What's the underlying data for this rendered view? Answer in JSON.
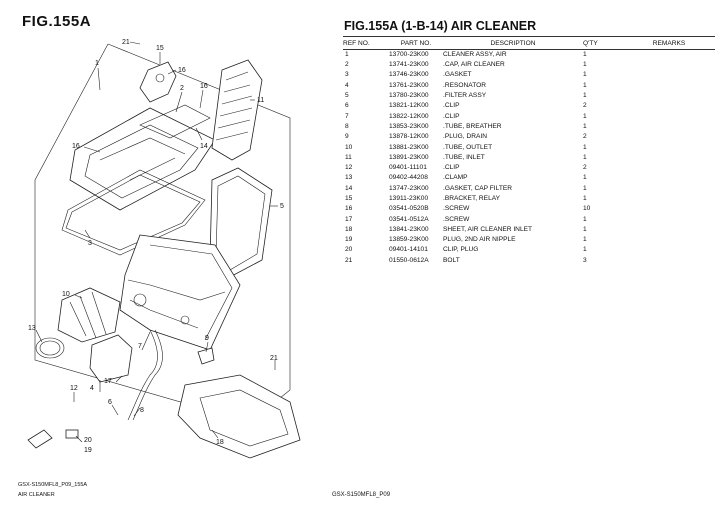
{
  "figure": {
    "title": "FIG.155A"
  },
  "parts_list": {
    "title": "FIG.155A (1-B-14) AIR CLEANER",
    "headers": {
      "ref": "REF NO.",
      "part_no": "PART NO.",
      "description": "DESCRIPTION",
      "qty": "Q'TY",
      "remarks": "REMARKS"
    },
    "rows": [
      {
        "ref": "1",
        "part_no": "13700-23K00",
        "description": "CLEANER ASSY, AIR",
        "qty": "1"
      },
      {
        "ref": "2",
        "part_no": "13741-23K00",
        "description": ".CAP, AIR CLEANER",
        "qty": "1"
      },
      {
        "ref": "3",
        "part_no": "13746-23K00",
        "description": ".GASKET",
        "qty": "1"
      },
      {
        "ref": "4",
        "part_no": "13761-23K00",
        "description": ".RESONATOR",
        "qty": "1"
      },
      {
        "ref": "5",
        "part_no": "13780-23K00",
        "description": ".FILTER ASSY",
        "qty": "1"
      },
      {
        "ref": "6",
        "part_no": "13821-12K00",
        "description": ".CLIP",
        "qty": "2"
      },
      {
        "ref": "7",
        "part_no": "13822-12K00",
        "description": ".CLIP",
        "qty": "1"
      },
      {
        "ref": "8",
        "part_no": "13853-23K00",
        "description": ".TUBE, BREATHER",
        "qty": "1"
      },
      {
        "ref": "9",
        "part_no": "13878-12K00",
        "description": ".PLUG, DRAIN",
        "qty": "2"
      },
      {
        "ref": "10",
        "part_no": "13881-23K00",
        "description": ".TUBE, OUTLET",
        "qty": "1"
      },
      {
        "ref": "11",
        "part_no": "13891-23K00",
        "description": ".TUBE, INLET",
        "qty": "1"
      },
      {
        "ref": "12",
        "part_no": "09401-11101",
        "description": ".CLIP",
        "qty": "2"
      },
      {
        "ref": "13",
        "part_no": "09402-44208",
        "description": ".CLAMP",
        "qty": "1"
      },
      {
        "ref": "14",
        "part_no": "13747-23K00",
        "description": ".GASKET, CAP FILTER",
        "qty": "1"
      },
      {
        "ref": "15",
        "part_no": "13911-23K00",
        "description": ".BRACKET, RELAY",
        "qty": "1"
      },
      {
        "ref": "16",
        "part_no": "03541-0520B",
        "description": ".SCREW",
        "qty": "10"
      },
      {
        "ref": "17",
        "part_no": "03541-0512A",
        "description": ".SCREW",
        "qty": "1"
      },
      {
        "ref": "18",
        "part_no": "13841-23K00",
        "description": "SHEET, AIR CLEANER INLET",
        "qty": "1"
      },
      {
        "ref": "19",
        "part_no": "13859-23K00",
        "description": "PLUG, 2ND AIR NIPPLE",
        "qty": "1"
      },
      {
        "ref": "20",
        "part_no": "09401-14101",
        "description": "CLIP, PLUG",
        "qty": "1"
      },
      {
        "ref": "21",
        "part_no": "01550-0612A",
        "description": "BOLT",
        "qty": "3"
      }
    ]
  },
  "callouts": [
    "21",
    "15",
    "16",
    "1",
    "2",
    "16",
    "11",
    "14",
    "16",
    "3",
    "5",
    "10",
    "13",
    "4",
    "17",
    "9",
    "7",
    "6",
    "21",
    "8",
    "18",
    "20",
    "19",
    "12"
  ],
  "footer": {
    "left_line1": "GSX-S150MFL8_P09_155A",
    "left_line2": "AIR CLEANER",
    "center": "GSX-S150MFL8_P09"
  }
}
